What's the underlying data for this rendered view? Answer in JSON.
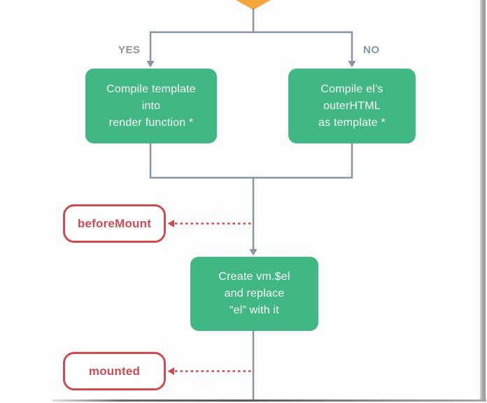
{
  "colors": {
    "node_green": "#41B883",
    "hook_red": "#CE4B51",
    "decision_orange": "#F6A53C",
    "connector_gray": "#8A95A0",
    "branch_label_gray": "#8A96A3",
    "node_text": "#FFFFFF",
    "background": "#FDFDFD"
  },
  "branch_labels": {
    "yes": "YES",
    "no": "NO"
  },
  "nodes": {
    "compile_template": {
      "lines": [
        "Compile template",
        "into",
        "render function *"
      ]
    },
    "compile_outer_html": {
      "lines": [
        "Compile el’s",
        "outerHTML",
        "as template *"
      ]
    },
    "create_vm_el": {
      "lines": [
        "Create vm.$el",
        "and replace",
        "“el” with it"
      ]
    }
  },
  "hooks": {
    "before_mount": "beforeMount",
    "mounted": "mounted"
  }
}
